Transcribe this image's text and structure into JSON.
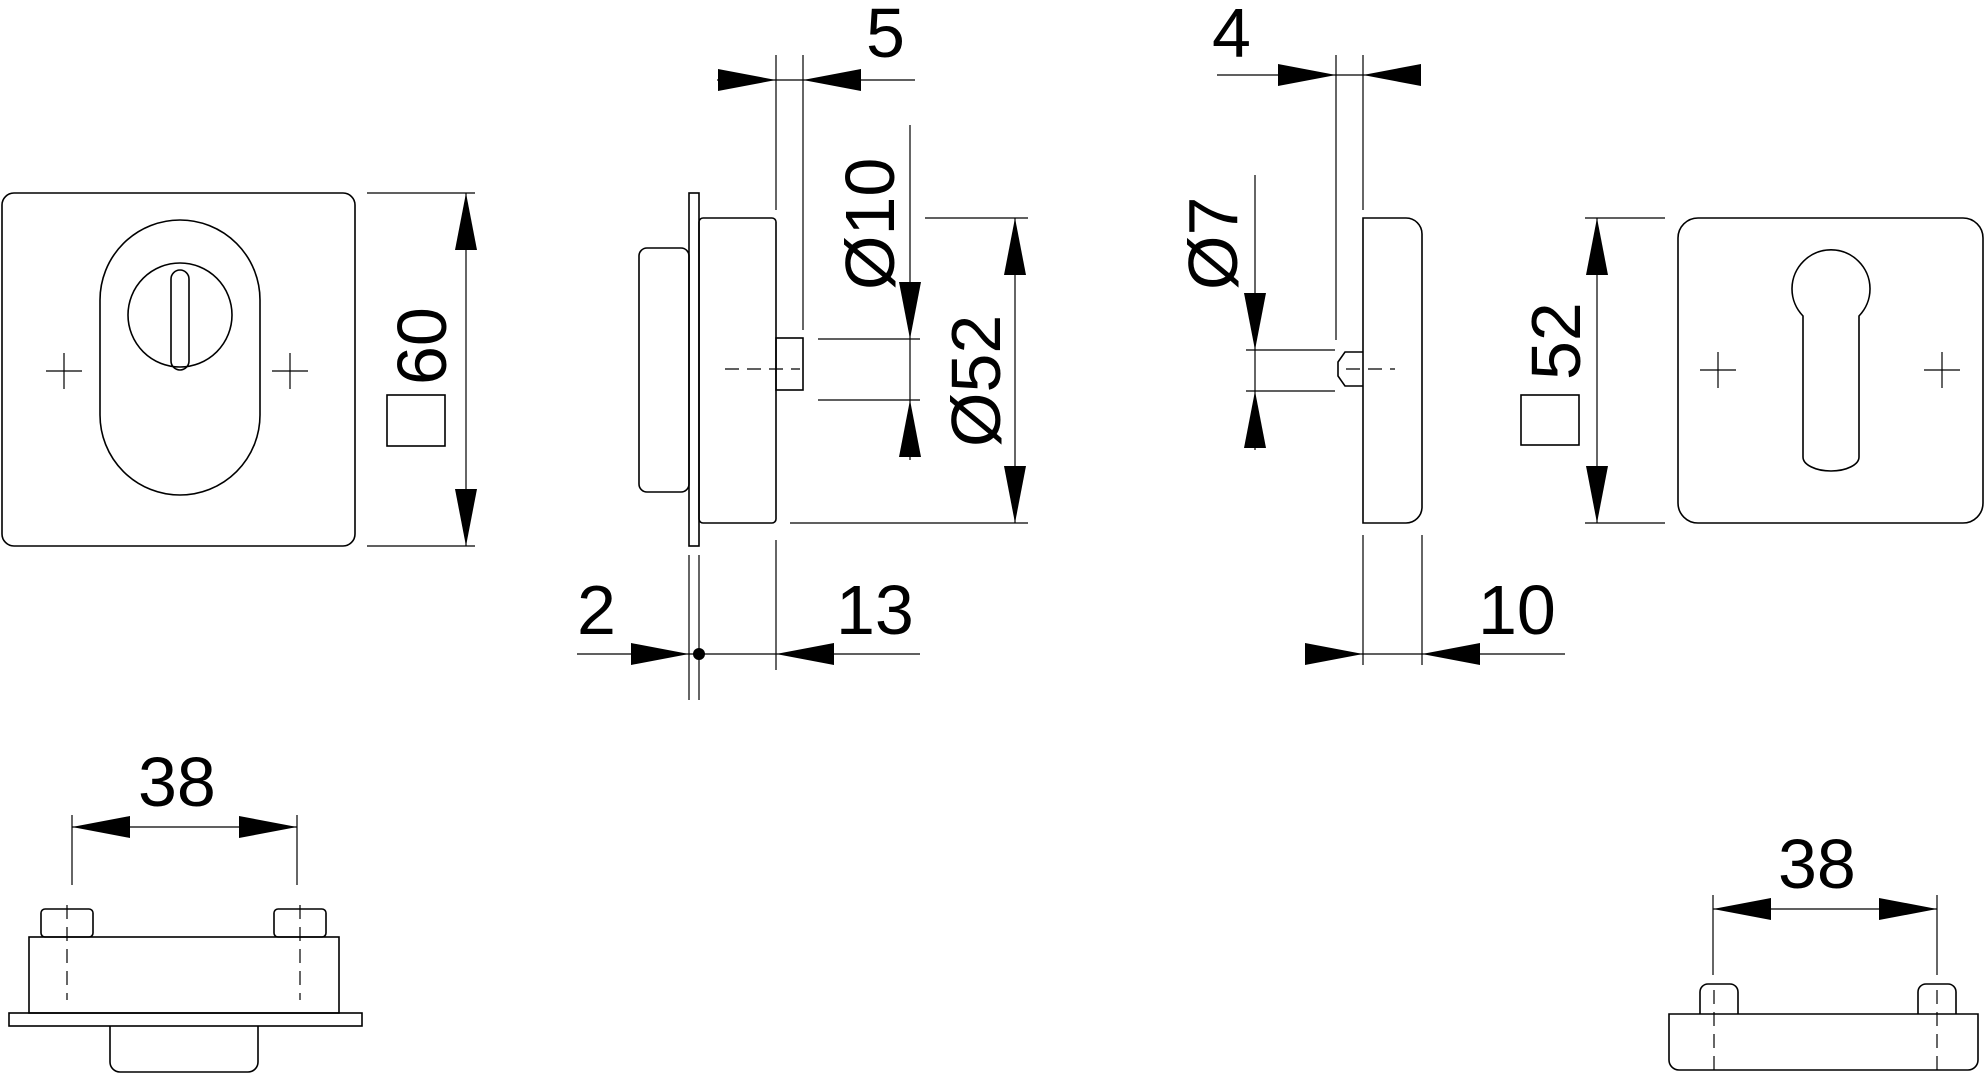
{
  "dimensions": {
    "escutcheon_square_size": "60",
    "cylinder_projection": "5",
    "cylinder_diameter": "Ø10",
    "cylinder_rose_diameter": "Ø52",
    "plate_thickness": "2",
    "rose_thickness_left": "13",
    "spindle_projection": "4",
    "spindle_diameter": "Ø7",
    "rose_thickness_right": "10",
    "blind_rose_square_size": "52",
    "fixing_distance_left": "38",
    "fixing_distance_right": "38"
  },
  "symbols": {
    "square_symbol": "square-size-icon",
    "center_mark": "plus-center-icon",
    "diameter": "Ø"
  },
  "colors": {
    "line": "#000000",
    "background": "#ffffff"
  }
}
